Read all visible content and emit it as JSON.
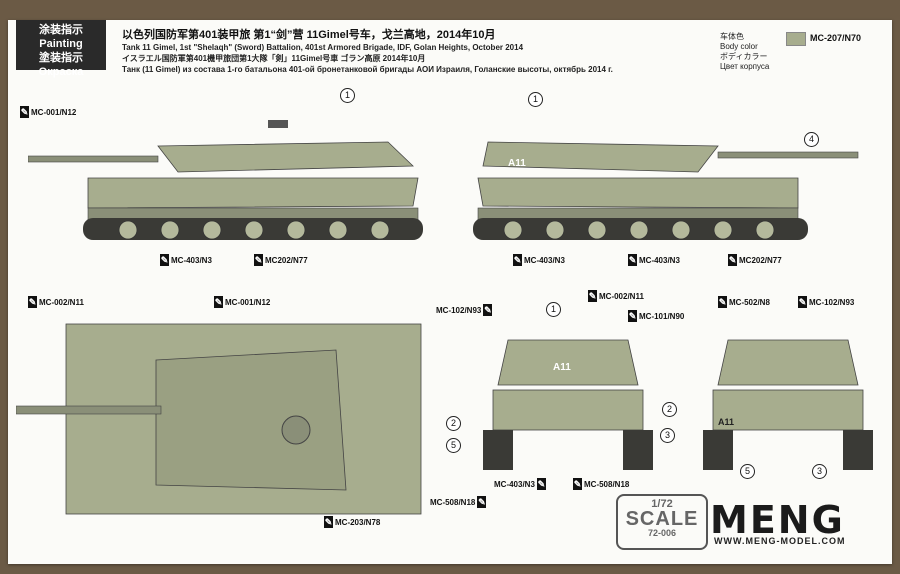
{
  "badge": {
    "cn": "涂装指示",
    "en": "Painting",
    "jp": "塗装指示",
    "ru": "Окраска"
  },
  "header": {
    "line_cn": "以色列国防军第401装甲旅 第1“剑”营 11Gimel号车，戈兰高地，2014年10月",
    "line_en": "Tank 11 Gimel, 1st \"Shelaqh\" (Sword)  Battalion, 401st Armored Brigade, IDF, Golan Heights, October 2014",
    "line_jp": "イスラエル国防軍第401機甲旅団第1大隊「剣」11Gimel号車 ゴラン高原 2014年10月",
    "line_ru": "Танк (11 Gimel) из состава 1-го батальона 401-ой бронетанковой бригады АОИ Израиля, Голанские высоты, октябрь 2014 г."
  },
  "body_color": {
    "cn": "车体色",
    "en": "Body color",
    "jp": "ボディカラー",
    "ru": "Цвет корпуса",
    "code": "MC-207/N70",
    "swatch": "#a7ad8e"
  },
  "callouts": {
    "c1": "MC-001/N12",
    "c2": "MC-403/N3",
    "c3": "MC202/N77",
    "c4": "MC-403/N3",
    "c5": "MC-403/N3",
    "c6": "MC202/N77",
    "c7": "MC-002/N11",
    "c8": "MC-001/N12",
    "c9": "MC-203/N78",
    "c10": "MC-102/N93",
    "c11": "MC-002/N11",
    "c12": "MC-101/N90",
    "c13": "MC-403/N3",
    "c14": "MC-508/N18",
    "c15": "MC-508/N18",
    "c16": "MC-502/N8",
    "c17": "MC-102/N93"
  },
  "markings": {
    "n1": "1",
    "n2": "2",
    "n3": "3",
    "n4": "4",
    "n5": "5",
    "tank_number": "A11"
  },
  "scale": {
    "ratio": "1/72",
    "word": "SCALE",
    "code": "72-006"
  },
  "brand": {
    "logo": "MENG",
    "url": "WWW.MENG-MODEL.COM"
  },
  "colors": {
    "tank_body": "#a7ad8e",
    "tank_dark": "#7d8468",
    "track": "#3a3a36"
  }
}
